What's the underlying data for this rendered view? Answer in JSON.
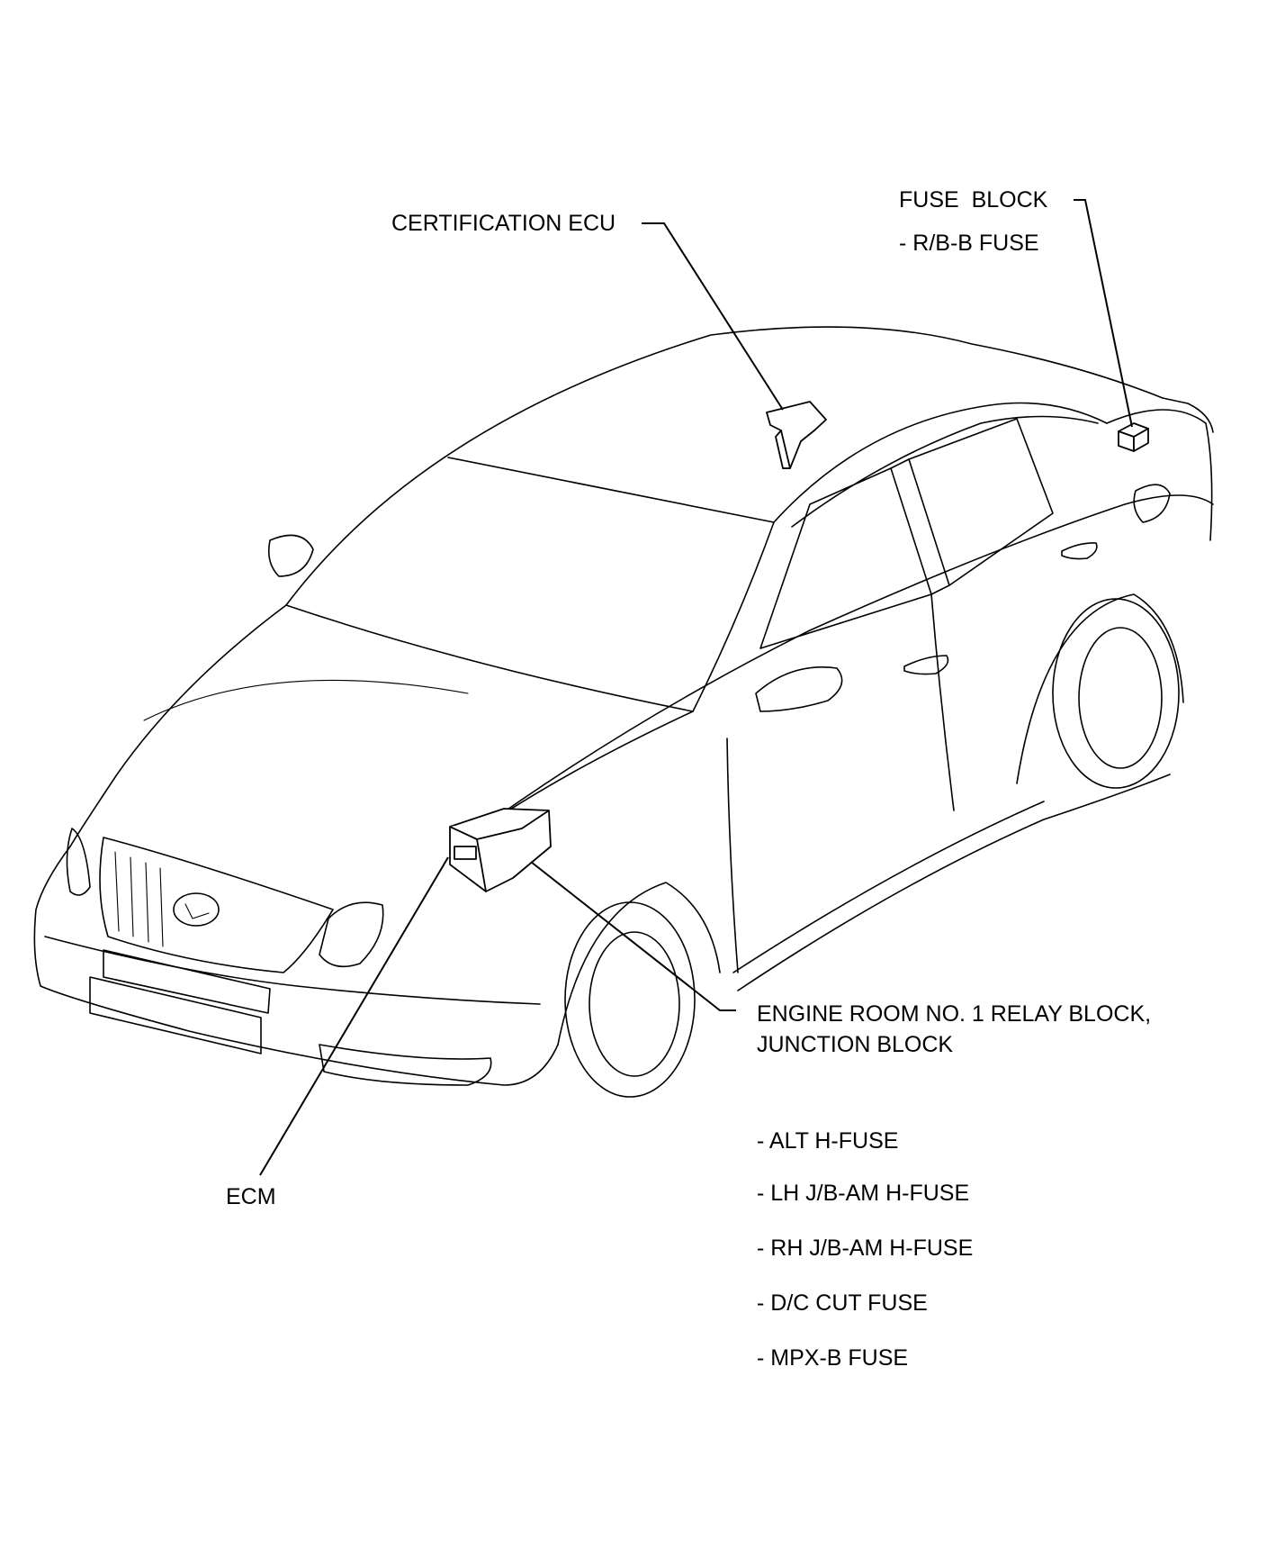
{
  "callouts": {
    "certification_ecu": "CERTIFICATION ECU",
    "fuse_block": {
      "title": "FUSE  BLOCK",
      "items": [
        "- R/B-B FUSE"
      ]
    },
    "engine_room": {
      "line1": "ENGINE ROOM NO. 1 RELAY BLOCK,",
      "line2": "JUNCTION BLOCK",
      "items": [
        "- ALT H-FUSE",
        "- LH J/B-AM H-FUSE",
        "- RH J/B-AM H-FUSE",
        "- D/C CUT FUSE",
        "- MPX-B FUSE"
      ]
    },
    "ecm": "ECM"
  },
  "colors": {
    "line": "#000000",
    "background": "#ffffff"
  }
}
